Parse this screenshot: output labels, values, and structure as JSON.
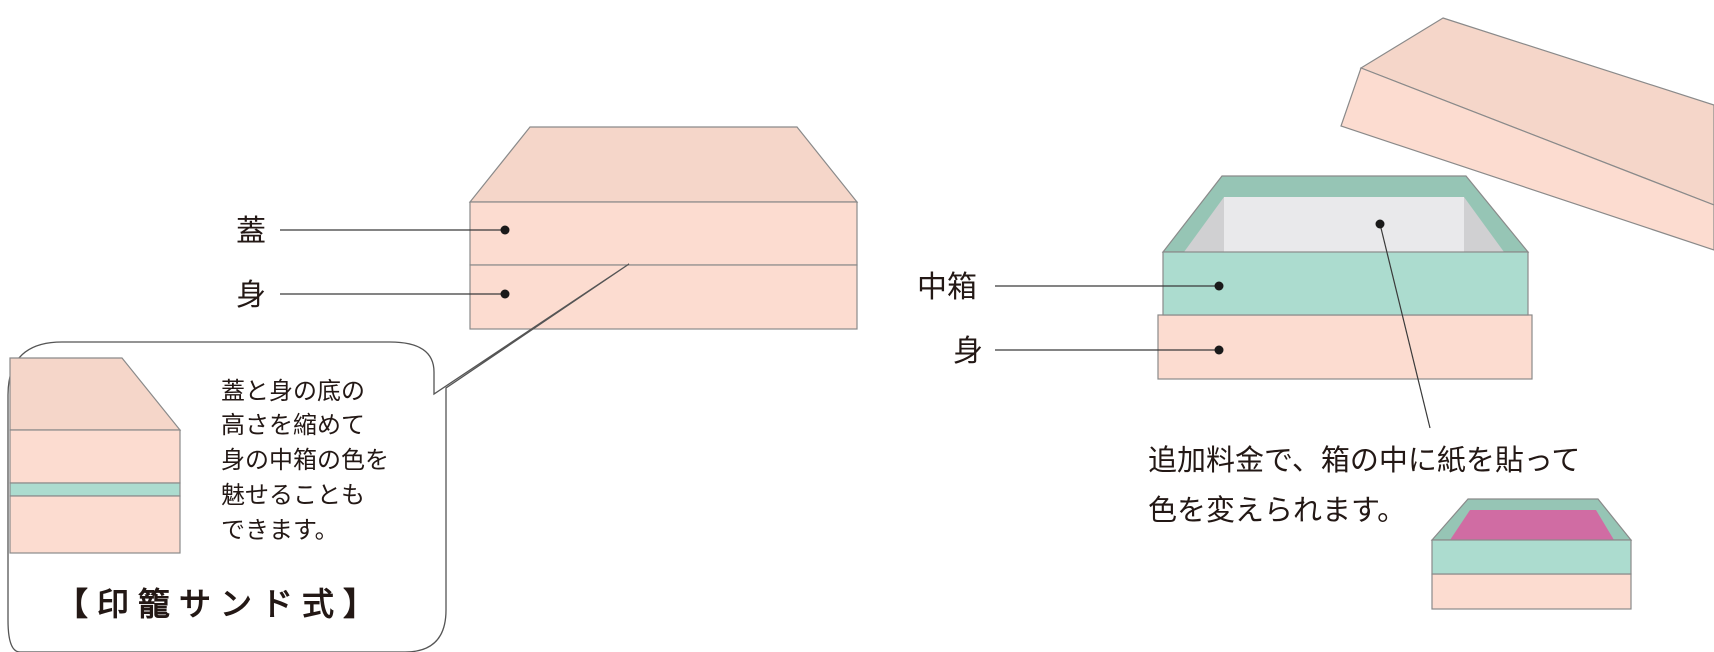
{
  "labels": {
    "lid": "蓋",
    "body_left": "身",
    "inner_box": "中箱",
    "body_right": "身"
  },
  "callout": {
    "lines": [
      "蓋と身の底の",
      "高さを縮めて",
      "身の中箱の色を",
      "魅せることも",
      "できます。"
    ],
    "title": "【印籠サンド式】"
  },
  "caption": {
    "lines": [
      "追加料金で、箱の中に紙を貼って",
      "色を変えられます。"
    ]
  },
  "colors": {
    "lid_top": "#f5d6c9",
    "body": "#fcdcd0",
    "inner_box": "#acdccf",
    "inner_rim": "#96c5b5",
    "inner_floor": "#e9e9eb",
    "inner_wall": "#d0d0d2",
    "paper_liner": "#d06ca3"
  }
}
